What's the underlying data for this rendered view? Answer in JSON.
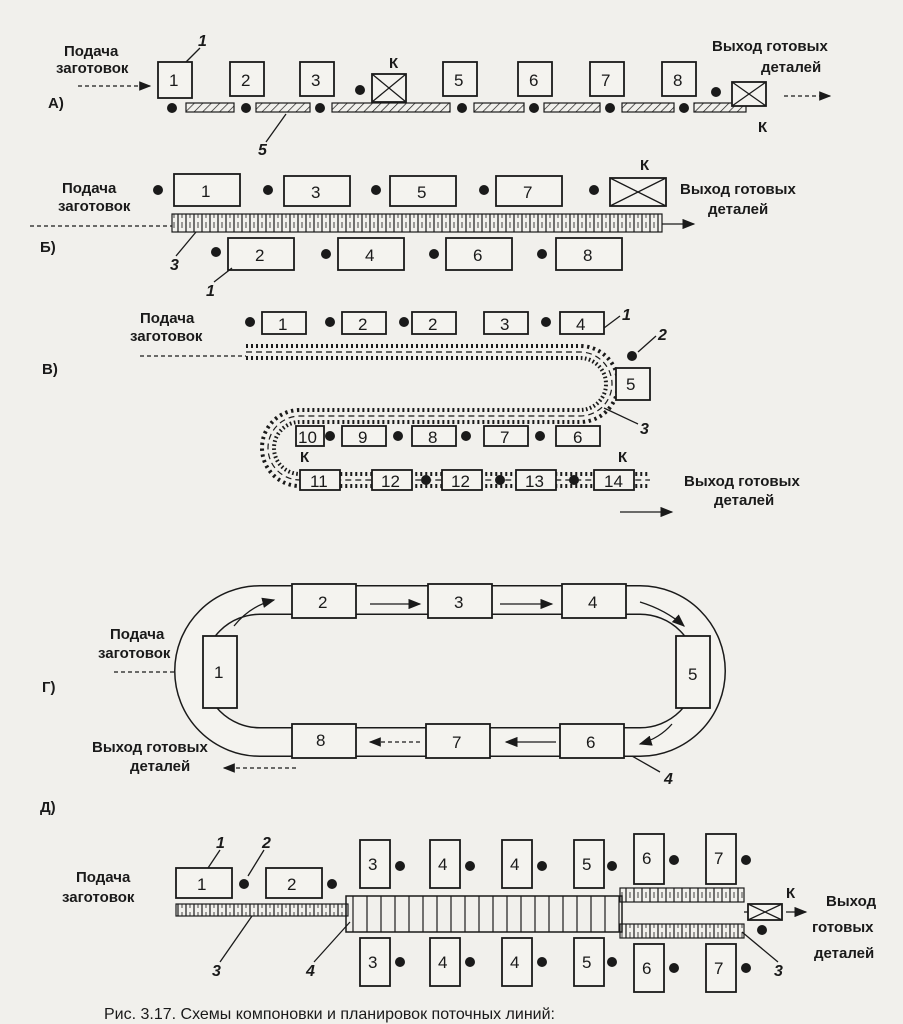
{
  "text": {
    "input": "Подача заготовок",
    "input_l1": "Подача",
    "input_l2": "заготовок",
    "output_l1": "Выход готовых",
    "output_l2": "деталей",
    "output_d1": "Выход",
    "output_d2": "готовых",
    "output_d3": "деталей",
    "control": "К",
    "caption": "Рис. 3.17. Схемы компоновки и планировок поточных линий:"
  },
  "sections": {
    "a": "А)",
    "b": "Б)",
    "v": "В)",
    "g": "Г)",
    "d": "Д)"
  },
  "callouts": {
    "c1": "1",
    "c2": "2",
    "c3": "3",
    "c4": "4",
    "c5": "5"
  },
  "a_stations": [
    "1",
    "2",
    "3",
    "5",
    "6",
    "7",
    "8"
  ],
  "b_top": [
    "1",
    "3",
    "5",
    "7"
  ],
  "b_bottom": [
    "2",
    "4",
    "6",
    "8"
  ],
  "v_row1": [
    "1",
    "2",
    "2",
    "3",
    "4"
  ],
  "v_turn": "5",
  "v_row2": [
    "10",
    "9",
    "8",
    "7",
    "6"
  ],
  "v_row3": [
    "11",
    "12",
    "12",
    "13",
    "14"
  ],
  "g_stations": [
    "1",
    "2",
    "3",
    "4",
    "5",
    "6",
    "7",
    "8"
  ],
  "d_input": [
    "1",
    "2"
  ],
  "d_top": [
    "3",
    "4",
    "4",
    "5",
    "6",
    "7"
  ],
  "d_bottom": [
    "3",
    "4",
    "4",
    "5",
    "6",
    "7"
  ],
  "colors": {
    "ink": "#1a1a1a",
    "paper": "#f1f0ec"
  }
}
